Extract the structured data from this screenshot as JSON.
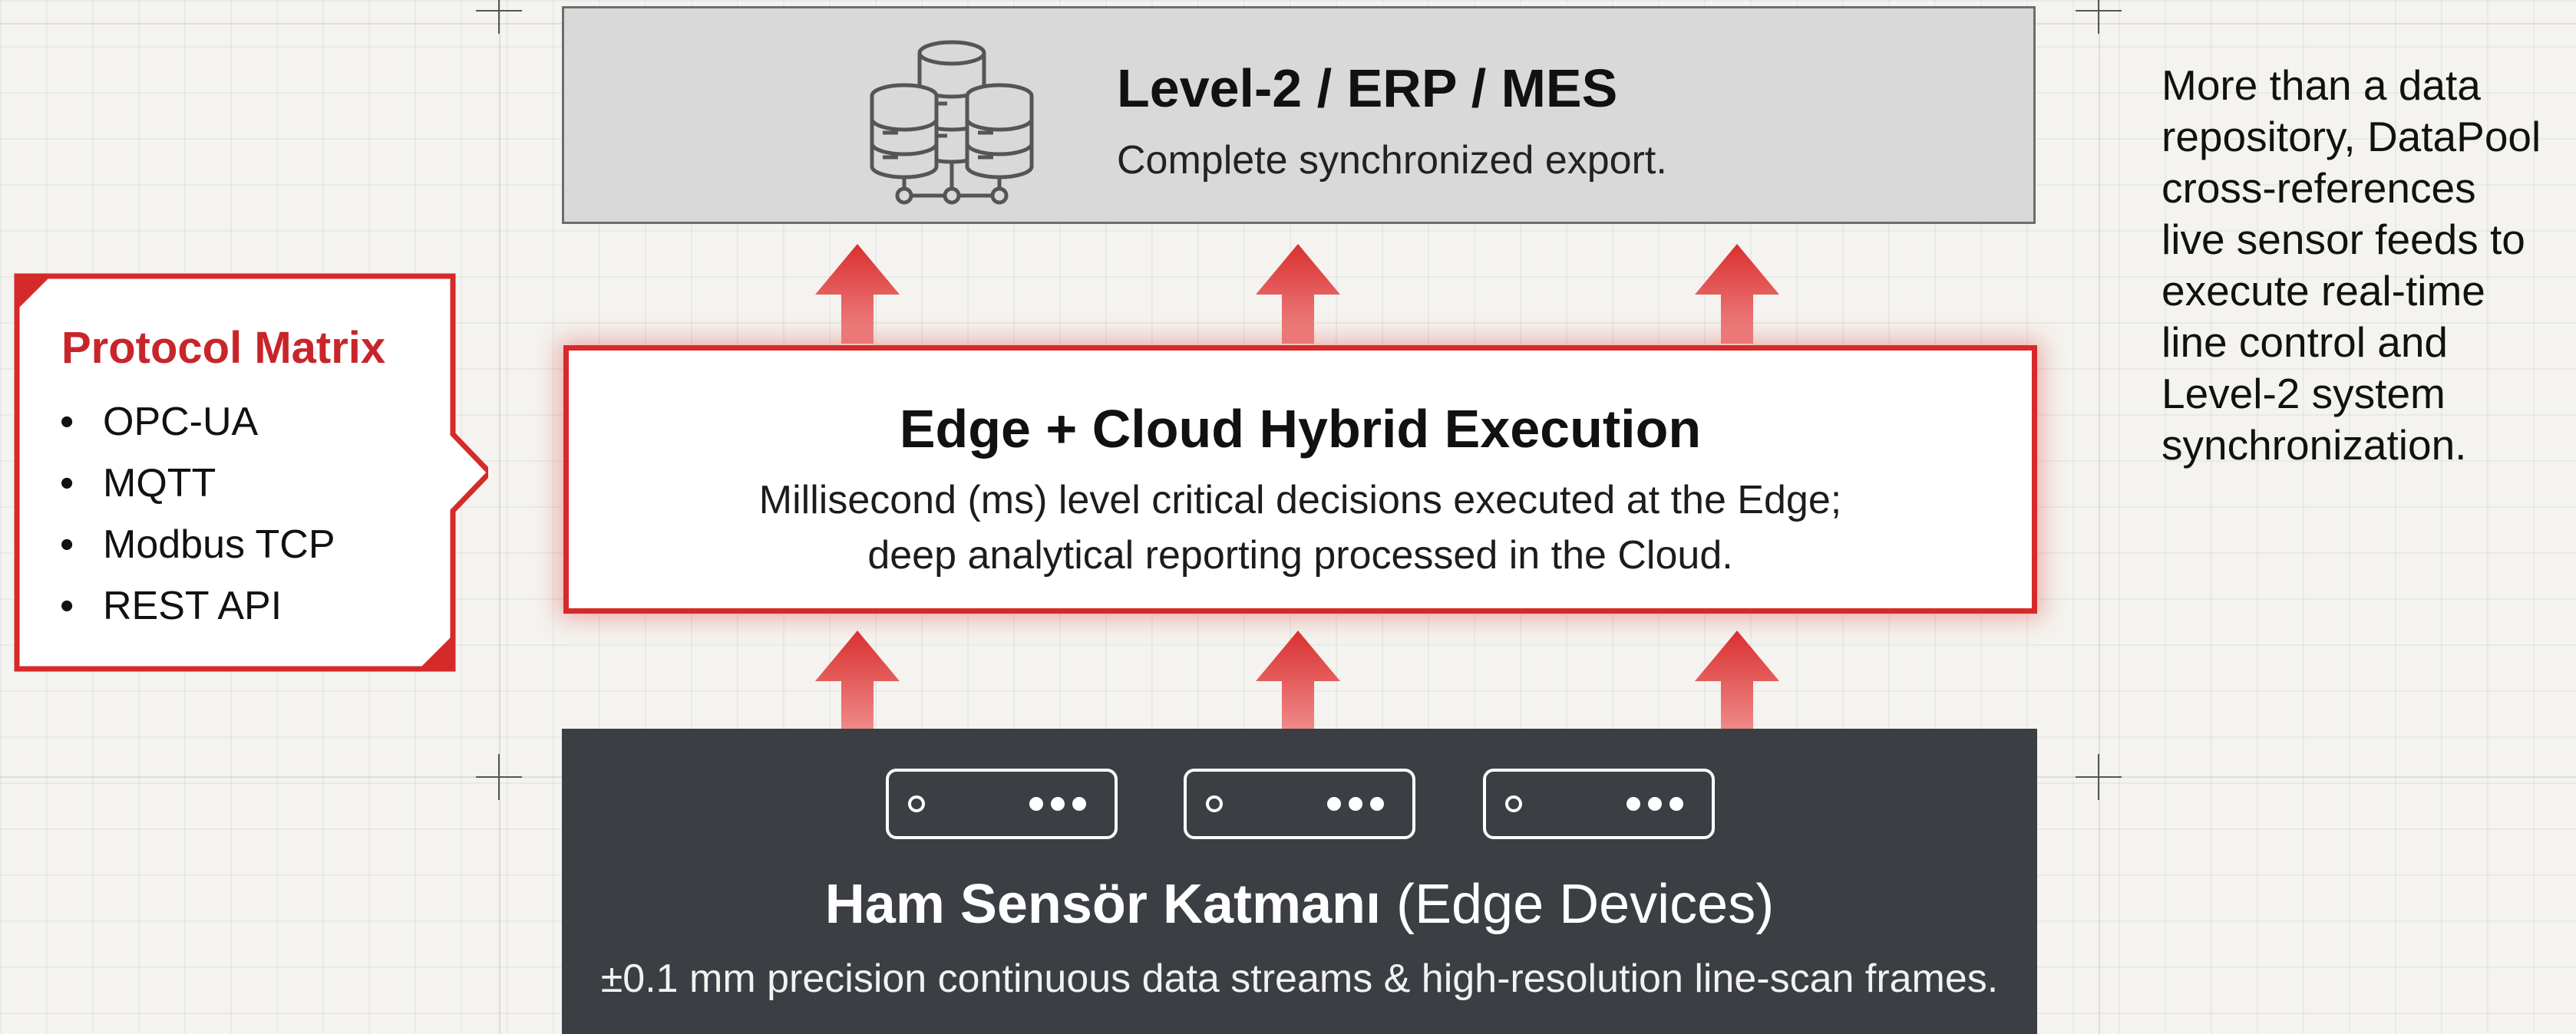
{
  "top_layer": {
    "title": "Level-2 / ERP / MES",
    "subtitle": "Complete synchronized export.",
    "icon": "database-cluster-icon"
  },
  "middle_layer": {
    "title": "Edge + Cloud Hybrid Execution",
    "line1": "Millisecond (ms) level critical decisions executed at the Edge;",
    "line2": "deep analytical reporting processed in the Cloud."
  },
  "protocol_matrix": {
    "title": "Protocol Matrix",
    "items": [
      "OPC-UA",
      "MQTT",
      "Modbus TCP",
      "REST API"
    ]
  },
  "note": {
    "lines": [
      "More than a data",
      "repository, DataPool",
      "cross-references",
      "live sensor feeds to",
      "execute real-time",
      "line control and",
      "Level-2 system",
      "synchronization."
    ]
  },
  "bottom_layer": {
    "title_bold": "Ham Sensör Katmanı",
    "title_rest": " (Edge Devices)",
    "subtitle": "±0.1 mm precision continuous data streams & high-resolution line-scan frames.",
    "device_icon": "edge-device-icon"
  },
  "colors": {
    "accent_red": "#d62a2a",
    "top_box": "#d9d9d9",
    "bottom_box": "#3b3e43",
    "background": "#f4f3ef"
  }
}
